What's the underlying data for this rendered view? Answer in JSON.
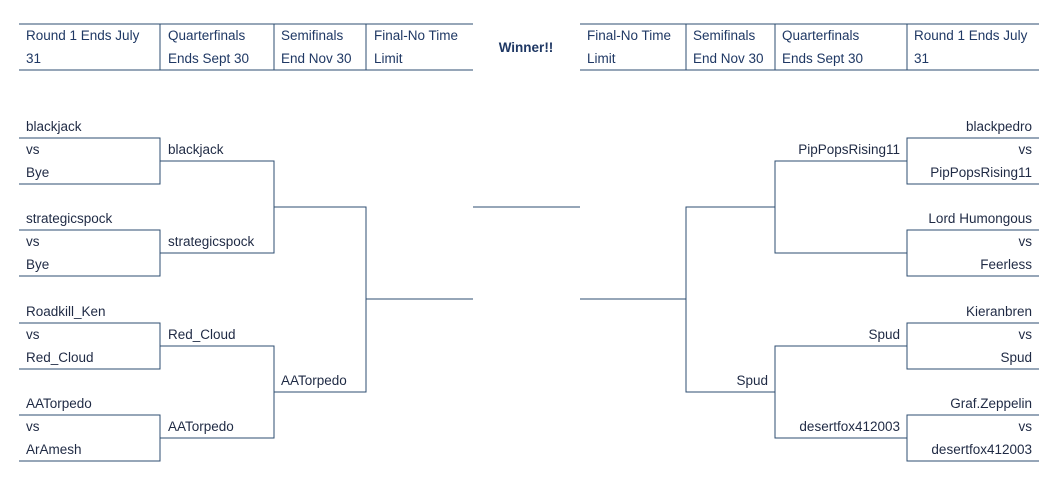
{
  "header": {
    "left": [
      {
        "line1": "Round 1 Ends July",
        "line2": "31"
      },
      {
        "line1": "Quarterfinals",
        "line2": "Ends Sept 30"
      },
      {
        "line1": "Semifinals",
        "line2": "End Nov 30"
      },
      {
        "line1": "Final-No Time",
        "line2": "Limit"
      }
    ],
    "winner": "Winner!!",
    "right": [
      {
        "line1": "Final-No Time",
        "line2": "Limit"
      },
      {
        "line1": "Semifinals",
        "line2": "End Nov 30"
      },
      {
        "line1": "Quarterfinals",
        "line2": "Ends Sept 30"
      },
      {
        "line1": "Round 1 Ends July",
        "line2": "31"
      }
    ]
  },
  "left": {
    "round1": [
      {
        "top": "blackjack",
        "vs": "vs",
        "bottom": "Bye"
      },
      {
        "top": "strategicspock",
        "vs": "vs",
        "bottom": "Bye"
      },
      {
        "top": "Roadkill_Ken",
        "vs": "vs",
        "bottom": "Red_Cloud"
      },
      {
        "top": "AATorpedo",
        "vs": "vs",
        "bottom": "ArAmesh"
      }
    ],
    "quarterfinals": [
      "blackjack",
      "strategicspock",
      "Red_Cloud",
      "AATorpedo"
    ],
    "semifinals": [
      "",
      "AATorpedo"
    ],
    "final": ""
  },
  "right": {
    "round1": [
      {
        "top": "blackpedro",
        "vs": "vs",
        "bottom": "PipPopsRising11"
      },
      {
        "top": "Lord Humongous",
        "vs": "vs",
        "bottom": "Feerless"
      },
      {
        "top": "Kieranbren",
        "vs": "vs",
        "bottom": "Spud"
      },
      {
        "top": "Graf.Zeppelin",
        "vs": "vs",
        "bottom": "desertfox412003"
      }
    ],
    "quarterfinals": [
      "PipPopsRising11",
      "",
      "Spud",
      "desertfox412003"
    ],
    "semifinals": [
      "",
      "Spud"
    ],
    "final": ""
  }
}
